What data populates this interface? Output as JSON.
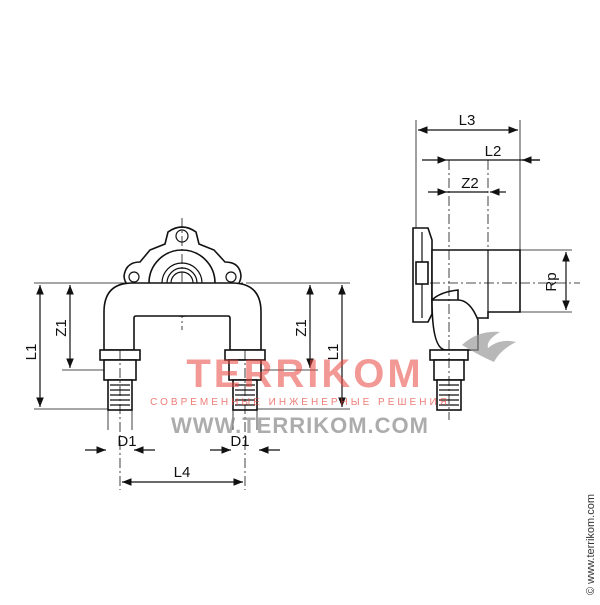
{
  "labels": {
    "L1_left": "L1",
    "Z1_left": "Z1",
    "Z1_right": "Z1",
    "L1_right": "L1",
    "D1_left": "D1",
    "D1_right": "D1",
    "L4": "L4",
    "L3": "L3",
    "L2": "L2",
    "Z2": "Z2",
    "Rp": "Rp"
  },
  "watermark": {
    "brand": "TERRIKOM",
    "subtitle": "СОВРЕМЕННЫЕ ИНЖЕНЕРНЫЕ РЕШЕНИЯ",
    "url": "WWW.TERRIKOM.COM",
    "side_text": "© www.terrikom.com"
  },
  "colors": {
    "watermark_red": "#e8473f",
    "watermark_gray": "#8a8a8a",
    "line": "#111111"
  }
}
